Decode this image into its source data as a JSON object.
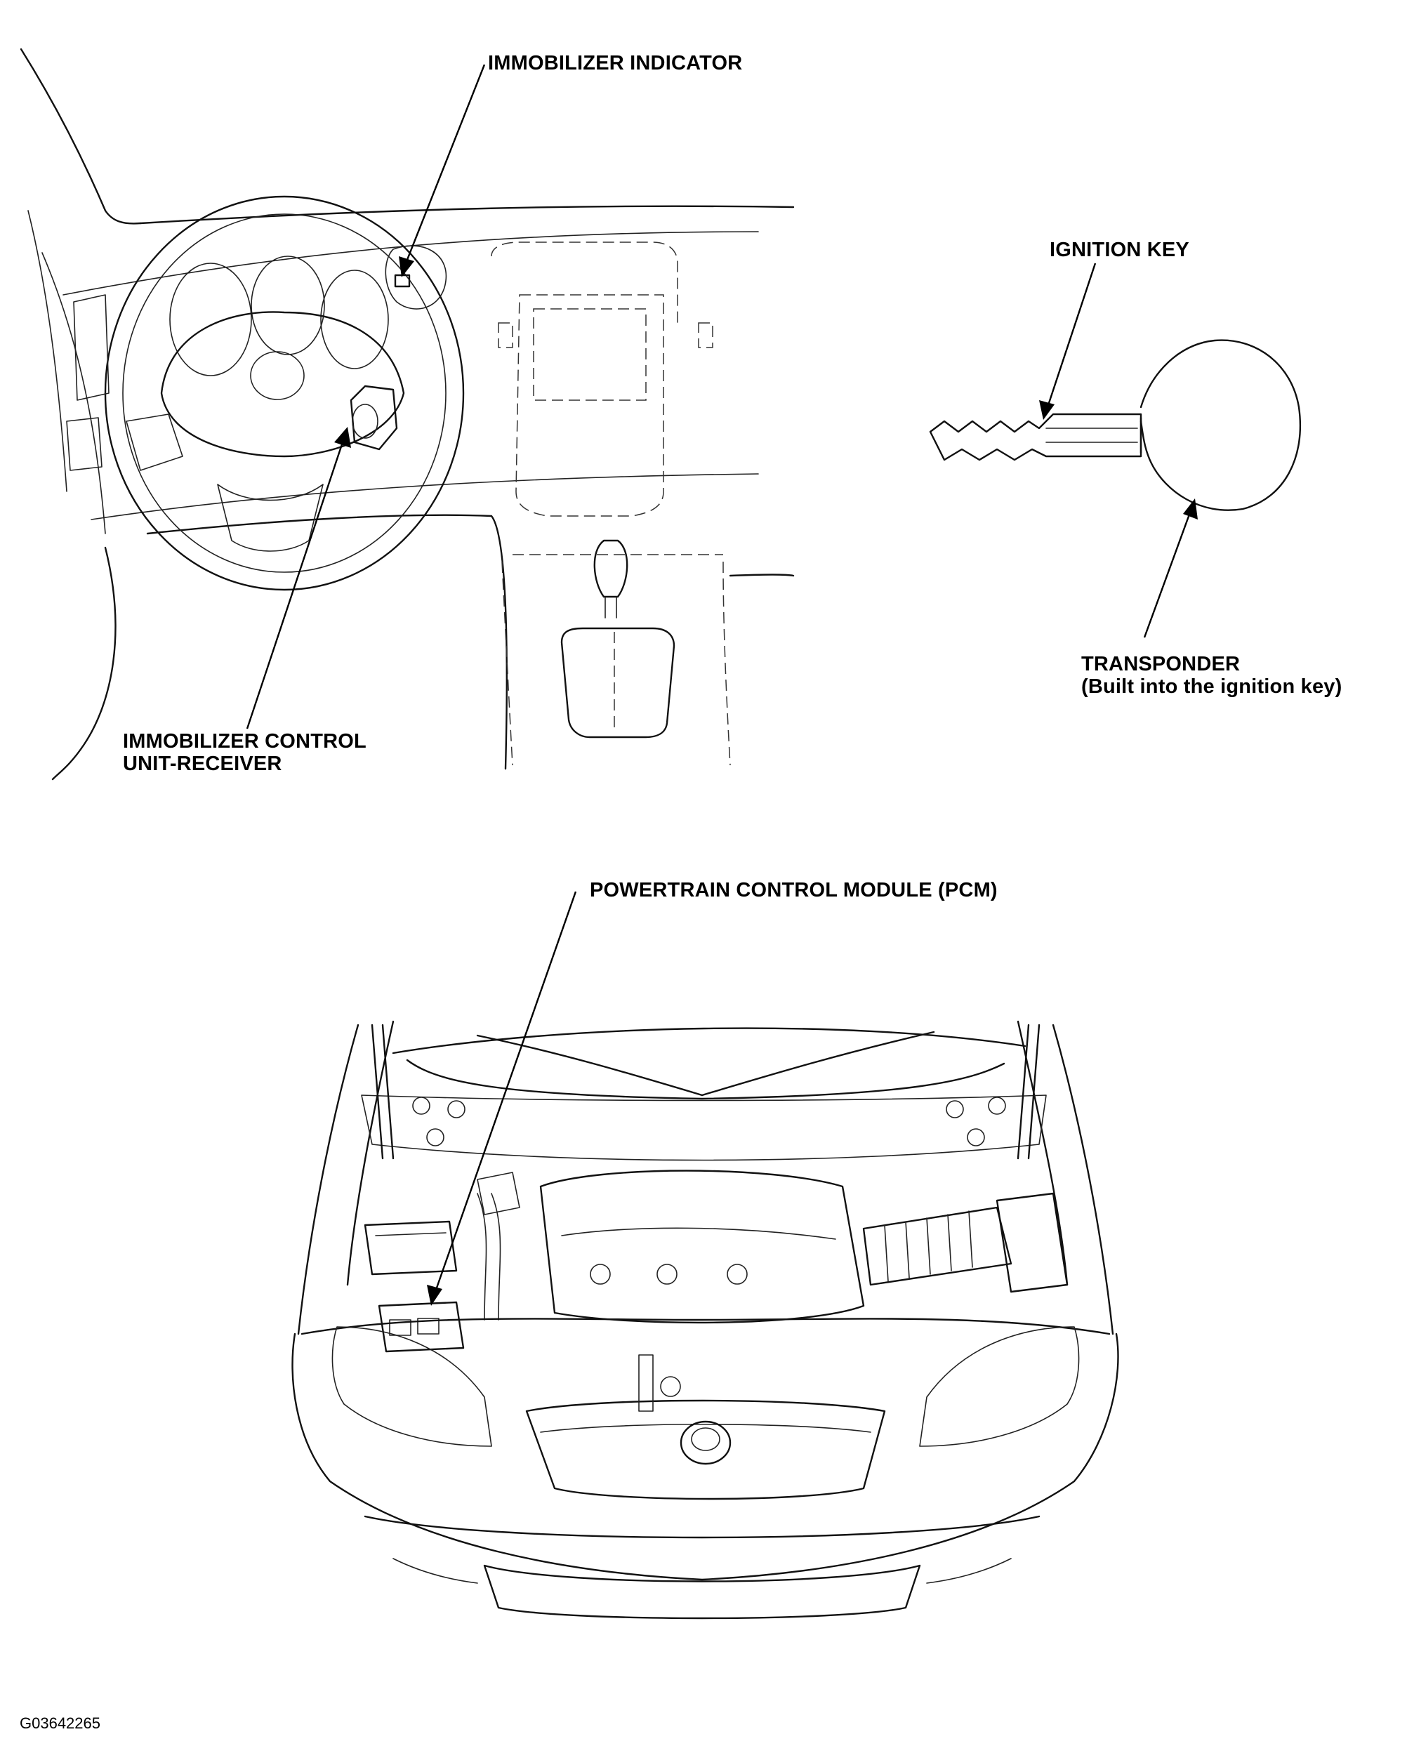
{
  "labels": {
    "immobilizer_indicator": "IMMOBILIZER INDICATOR",
    "ignition_key": "IGNITION KEY",
    "transponder": "TRANSPONDER",
    "transponder_note": "(Built into the ignition key)",
    "control_unit_line1": "IMMOBILIZER CONTROL",
    "control_unit_line2": "UNIT-RECEIVER",
    "pcm": "POWERTRAIN CONTROL MODULE (PCM)"
  },
  "figure_code": "G03642265",
  "colors": {
    "ink": "#000000",
    "paper": "#ffffff"
  }
}
